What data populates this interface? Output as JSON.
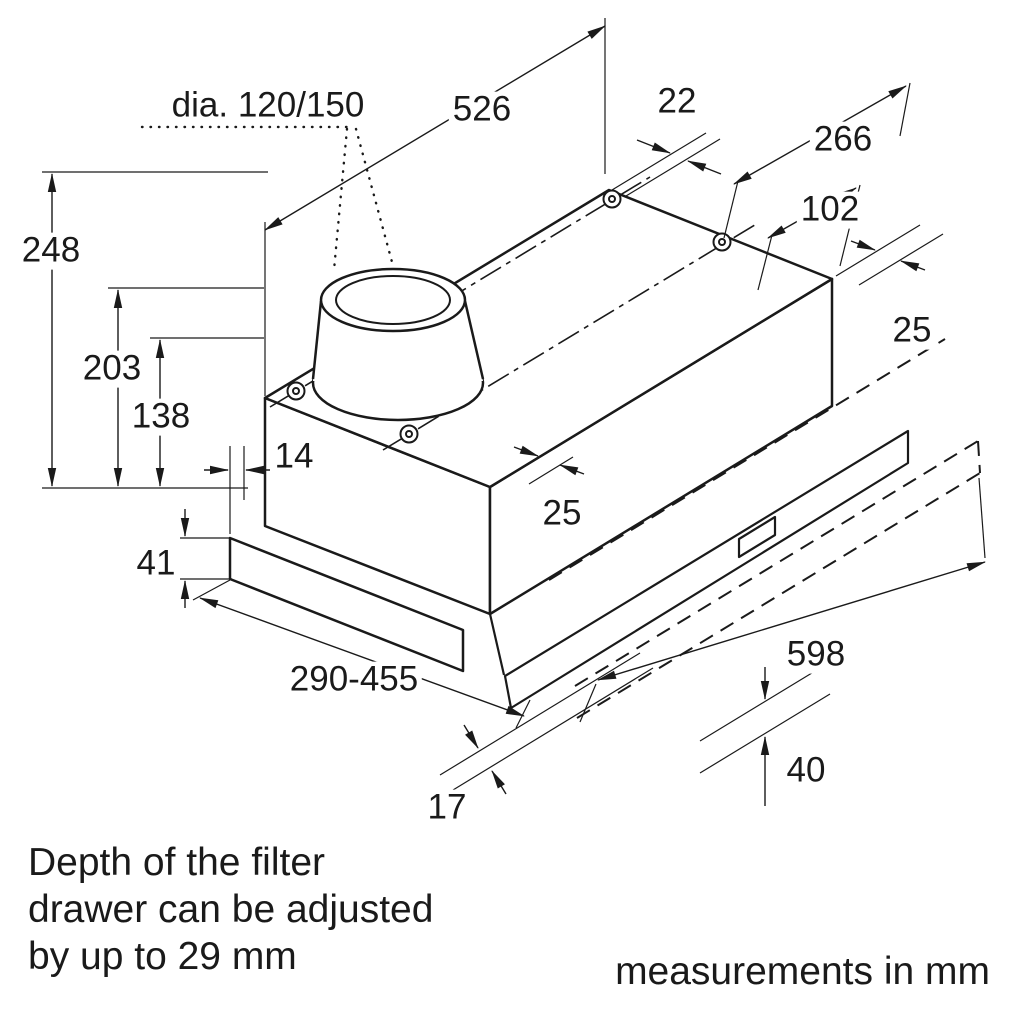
{
  "drawing": {
    "unit_note": "measurements in mm",
    "note_lines": [
      "Depth of the filter",
      "drawer can be adjusted",
      "by up to 29 mm"
    ],
    "dimensions": {
      "duct_diameter": "dia. 120/150",
      "top_width": "526",
      "hole_offset": "22",
      "hole_spacing": "266",
      "hole_to_edge": "102",
      "side_offset_right": "25",
      "height_total": "248",
      "height_body": "203",
      "height_inner": "138",
      "front_step": "14",
      "front_offset": "25",
      "bottom_strip": "41",
      "depth_range": "290-455",
      "front_width": "598",
      "panel_height": "40",
      "panel_gap": "17"
    },
    "colors": {
      "line": "#1a1a1a",
      "background": "#ffffff"
    }
  }
}
